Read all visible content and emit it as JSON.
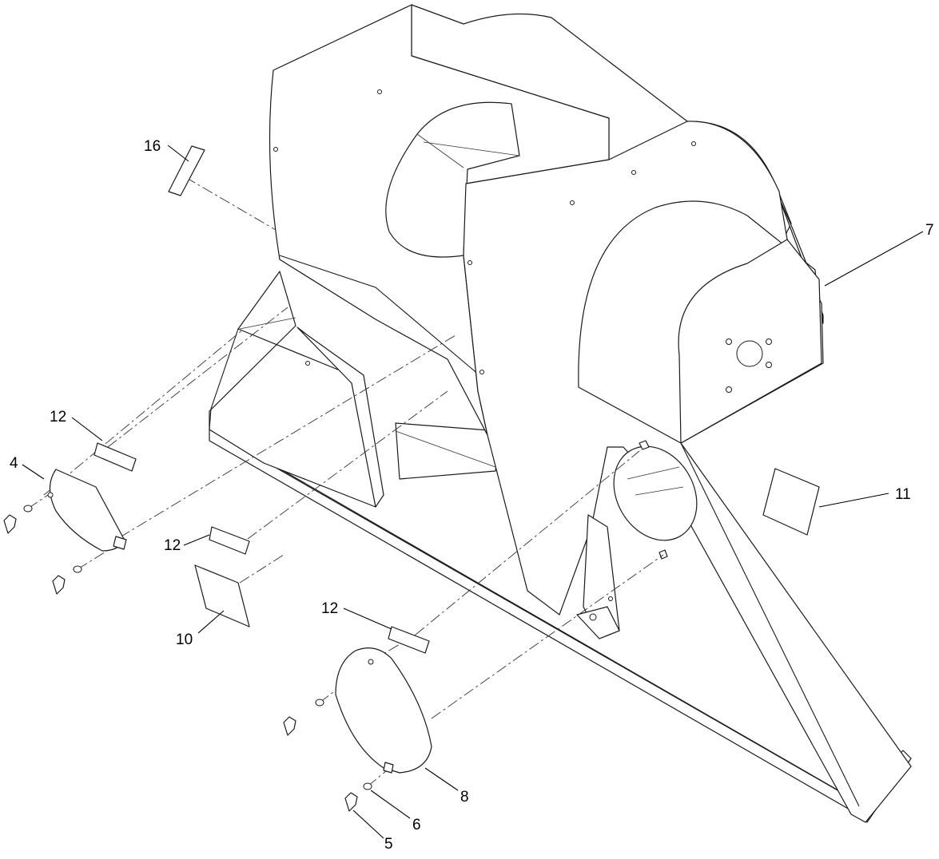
{
  "callouts": [
    {
      "id": "c16",
      "label": "16"
    },
    {
      "id": "c7",
      "label": "7"
    },
    {
      "id": "c12a",
      "label": "12"
    },
    {
      "id": "c4",
      "label": "4"
    },
    {
      "id": "c12b",
      "label": "12"
    },
    {
      "id": "c10",
      "label": "10"
    },
    {
      "id": "c11",
      "label": "11"
    },
    {
      "id": "c12c",
      "label": "12"
    },
    {
      "id": "c8",
      "label": "8"
    },
    {
      "id": "c6",
      "label": "6"
    },
    {
      "id": "c5",
      "label": "5"
    }
  ]
}
